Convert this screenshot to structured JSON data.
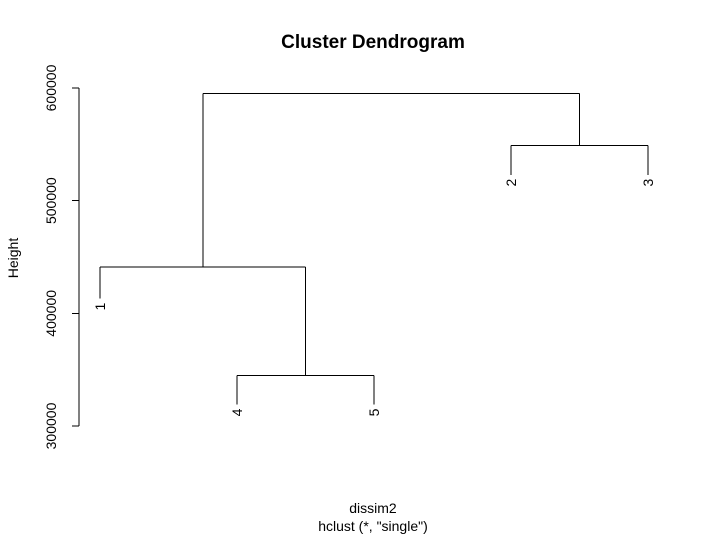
{
  "chart_data": {
    "type": "dendrogram",
    "title": "Cluster Dendrogram",
    "xlabel": "dissim2",
    "sublabel": "hclust (*, \"single\")",
    "ylabel": "Height",
    "ylim": [
      300000,
      600000
    ],
    "yticks": [
      300000,
      400000,
      500000,
      600000
    ],
    "yticklabels": [
      "300000",
      "400000",
      "500000",
      "600000"
    ],
    "leaf_order": [
      "1",
      "4",
      "5",
      "2",
      "3"
    ],
    "merges": [
      {
        "left": "leaf:4",
        "right": "leaf:5",
        "height": 345000
      },
      {
        "left": "leaf:2",
        "right": "leaf:3",
        "height": 549000
      },
      {
        "left": "leaf:1",
        "right": "merge:0",
        "height": 441000
      },
      {
        "left": "merge:2",
        "right": "merge:1",
        "height": 595000
      }
    ],
    "leaf_heights": {
      "1": 413000,
      "4": 319000,
      "5": 319000,
      "2": 523000,
      "3": 523000
    }
  }
}
